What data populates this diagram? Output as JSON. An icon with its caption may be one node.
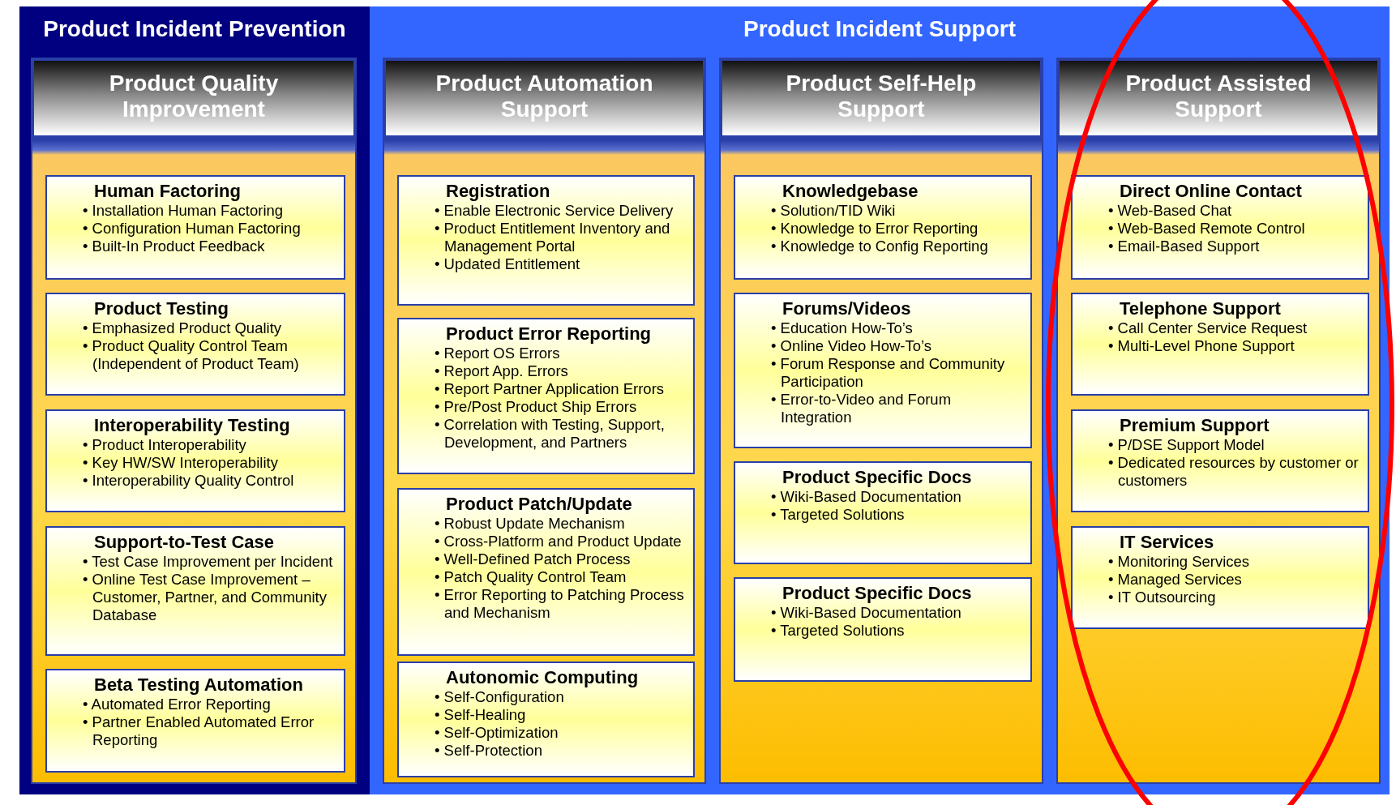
{
  "diagram": {
    "nodes": [
      {
        "text": [
          "Product Incident Prevention"
        ]
      },
      {
        "text": [
          "Product Incident Support"
        ]
      },
      {
        "text": [
          "Product Quality Improvement"
        ],
        "in": 0
      },
      {
        "text": [
          "Human Factoring",
          "• Installation Human Factoring",
          "• Configuration Human Factoring",
          "• Built-In Product Feedback"
        ],
        "in": 2
      },
      {
        "text": [
          "Product Testing",
          "• Emphasized Product Quality",
          "• Product Quality Control Team (Independent of Product Team)"
        ],
        "in": 2
      },
      {
        "text": [
          "Interoperability Testing",
          "• Product Interoperability",
          "• Key HW/SW Interoperability",
          "• Interoperability Quality Control"
        ],
        "in": 2
      },
      {
        "text": [
          "Support-to-Test Case",
          "• Test Case Improvement per Incident",
          "• Online Test Case Improvement – Customer, Partner, and Community Database"
        ],
        "in": 2
      },
      {
        "text": [
          "Beta Testing Automation",
          "• Automated Error Reporting",
          "• Partner Enabled Automated Error Reporting"
        ],
        "in": 2
      },
      {
        "text": [
          "Product Automation Support"
        ],
        "in": 1
      },
      {
        "text": [
          "Registration",
          "• Enable Electronic Service Delivery",
          "• Product Entitlement Inventory and Management Portal",
          "• Updated Entitlement"
        ],
        "in": 8
      },
      {
        "text": [
          "Product Error Reporting",
          "• Report OS Errors",
          "• Report App. Errors",
          "• Report Partner Application Errors",
          "• Pre/Post Product Ship Errors",
          "• Correlation with Testing, Support, Development, and Partners"
        ],
        "in": 8
      },
      {
        "text": [
          "Product Patch/Update",
          "• Robust Update Mechanism",
          "• Cross-Platform and Product Update",
          "• Well-Defined Patch Process",
          "• Patch Quality Control Team",
          "• Error Reporting to Patching Process and Mechanism"
        ],
        "in": 8
      },
      {
        "text": [
          "Autonomic Computing",
          "• Self-Configuration",
          "• Self-Healing",
          "• Self-Optimization",
          "• Self-Protection"
        ],
        "in": 8
      },
      {
        "text": [
          "Product Self-Help Support"
        ],
        "in": 1
      },
      {
        "text": [
          "Knowledgebase",
          "• Solution/TID Wiki",
          "• Knowledge to Error Reporting",
          "• Knowledge to Config Reporting"
        ],
        "in": 13
      },
      {
        "text": [
          "Forums/Videos",
          "• Education How-To’s",
          "• Online Video How-To’s",
          "• Forum Response and Community Participation",
          "• Error-to-Video and Forum Integration"
        ],
        "in": 13
      },
      {
        "text": [
          "Product Specific Docs",
          "• Wiki-Based Documentation",
          "• Targeted Solutions"
        ],
        "in": 13
      },
      {
        "text": [
          "Product Specific Docs",
          "• Wiki-Based Documentation",
          "• Targeted Solutions"
        ],
        "in": 13
      },
      {
        "text": [
          "Product Assisted Support"
        ],
        "in": 1
      },
      {
        "text": [
          "Direct Online Contact",
          "• Web-Based Chat",
          "• Web-Based Remote Control",
          "• Email-Based Support"
        ],
        "in": 18
      },
      {
        "text": [
          "Telephone Support",
          "• Call Center Service Request",
          "• Multi-Level Phone Support"
        ],
        "in": 18
      },
      {
        "text": [
          "Premium Support",
          "• P/DSE Support Model",
          "• Dedicated resources by customer or customers"
        ],
        "in": 18
      },
      {
        "text": [
          "IT Services",
          "• Monitoring Services",
          "• Managed Services",
          "• IT Outsourcing"
        ],
        "in": 18
      }
    ]
  }
}
